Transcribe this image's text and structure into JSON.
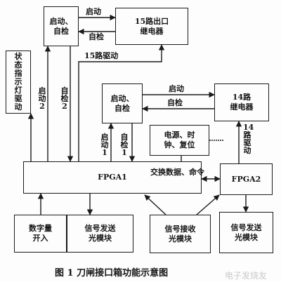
{
  "boxes": {
    "startup_check_top": "启动、\n自检",
    "relay_15": "15路出口\n继电器",
    "status_driver": "状\n态\n指\n示\n灯\n驱\n动",
    "startup_check_mid": "启动、\n自检",
    "relay_14": "14路\n继电器",
    "power_clock_reset": "电源、时\n钟、复位",
    "fpga1": "FPGA1",
    "fpga2": "FPGA2",
    "digital_input": "数字量\n开入",
    "signal_tx_left": "信号发送\n光模块",
    "signal_rx": "信号接收\n光模块",
    "signal_tx_right": "信号发送\n光模块"
  },
  "labels": {
    "start_top": "启动",
    "check_top": "自检",
    "drive_15": "15路驱动",
    "start_2": "启\n动\n2",
    "check_2": "自\n检\n2",
    "start_mid": "启动",
    "check_mid": "自检",
    "start_1": "启\n动\n1",
    "check_1": "自\n检\n1",
    "drive_14": "14\n路\n驱\n动",
    "exchange": "交换数据、命令"
  },
  "caption": "图 1   刀闸接口箱功能示意图",
  "watermark": "电子发烧友"
}
